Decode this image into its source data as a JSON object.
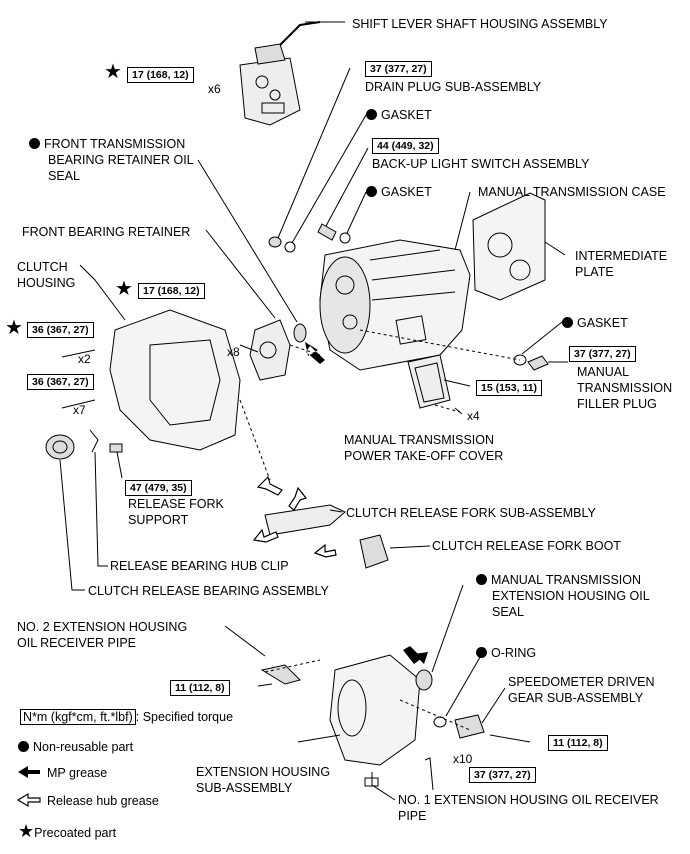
{
  "labels": {
    "shift_lever": "SHIFT LEVER SHAFT HOUSING ASSEMBLY",
    "drain_plug": "DRAIN PLUG SUB-ASSEMBLY",
    "gasket_1": "GASKET",
    "backup_light": "BACK-UP LIGHT SWITCH ASSEMBLY",
    "gasket_2": "GASKET",
    "manual_case": "MANUAL TRANSMISSION CASE",
    "intermediate_plate": [
      "INTERMEDIATE",
      "PLATE"
    ],
    "gasket_3": "GASKET",
    "filler_plug": [
      "MANUAL",
      "TRANSMISSION",
      "FILLER PLUG"
    ],
    "front_oil_seal": [
      "FRONT TRANSMISSION",
      "BEARING RETAINER OIL",
      "SEAL"
    ],
    "front_bearing_retainer": "FRONT BEARING RETAINER",
    "clutch_housing": [
      "CLUTCH",
      "HOUSING"
    ],
    "pto_cover": [
      "MANUAL TRANSMISSION",
      "POWER TAKE-OFF COVER"
    ],
    "release_fork_support": [
      "RELEASE FORK",
      "SUPPORT"
    ],
    "clutch_release_fork": "CLUTCH RELEASE FORK SUB-ASSEMBLY",
    "clutch_release_fork_boot": "CLUTCH RELEASE FORK BOOT",
    "release_bearing_hub_clip": "RELEASE BEARING HUB CLIP",
    "clutch_release_bearing": "CLUTCH RELEASE BEARING ASSEMBLY",
    "ext_oil_seal": [
      "MANUAL TRANSMISSION",
      "EXTENSION HOUSING OIL",
      "SEAL"
    ],
    "no2_pipe": [
      "NO. 2 EXTENSION HOUSING",
      "OIL RECEIVER PIPE"
    ],
    "o_ring": "O-RING",
    "speedometer_gear": [
      "SPEEDOMETER DRIVEN",
      "GEAR SUB-ASSEMBLY"
    ],
    "ext_housing": [
      "EXTENSION HOUSING",
      "SUB-ASSEMBLY"
    ],
    "no1_pipe": [
      "NO. 1 EXTENSION HOUSING OIL RECEIVER",
      "PIPE"
    ]
  },
  "torques": {
    "t_17_top": "17 (168, 12)",
    "t_37_drain": "37 (377, 27)",
    "t_44": "44 (449, 32)",
    "t_17_retainer": "17 (168, 12)",
    "t_36_star": "36 (367, 27)",
    "t_36": "36 (367, 27)",
    "t_37_filler": "37 (377, 27)",
    "t_15": "15 (153, 11)",
    "t_47": "47 (479, 35)",
    "t_11_pipe": "11 (112, 8)",
    "t_11_speedo": "11 (112, 8)",
    "t_37_ext": "37 (377, 27)"
  },
  "counts": {
    "x6": "x6",
    "x8": "x8",
    "x2": "x2",
    "x7": "x7",
    "x4": "x4",
    "x10": "x10"
  },
  "legend": {
    "torque_box": "N*m (kgf*cm, ft.*lbf)",
    "torque_text": ": Specified torque",
    "non_reusable": "Non-reusable part",
    "mp_grease": "MP grease",
    "hub_grease": "Release hub grease",
    "precoated": "Precoated part"
  }
}
